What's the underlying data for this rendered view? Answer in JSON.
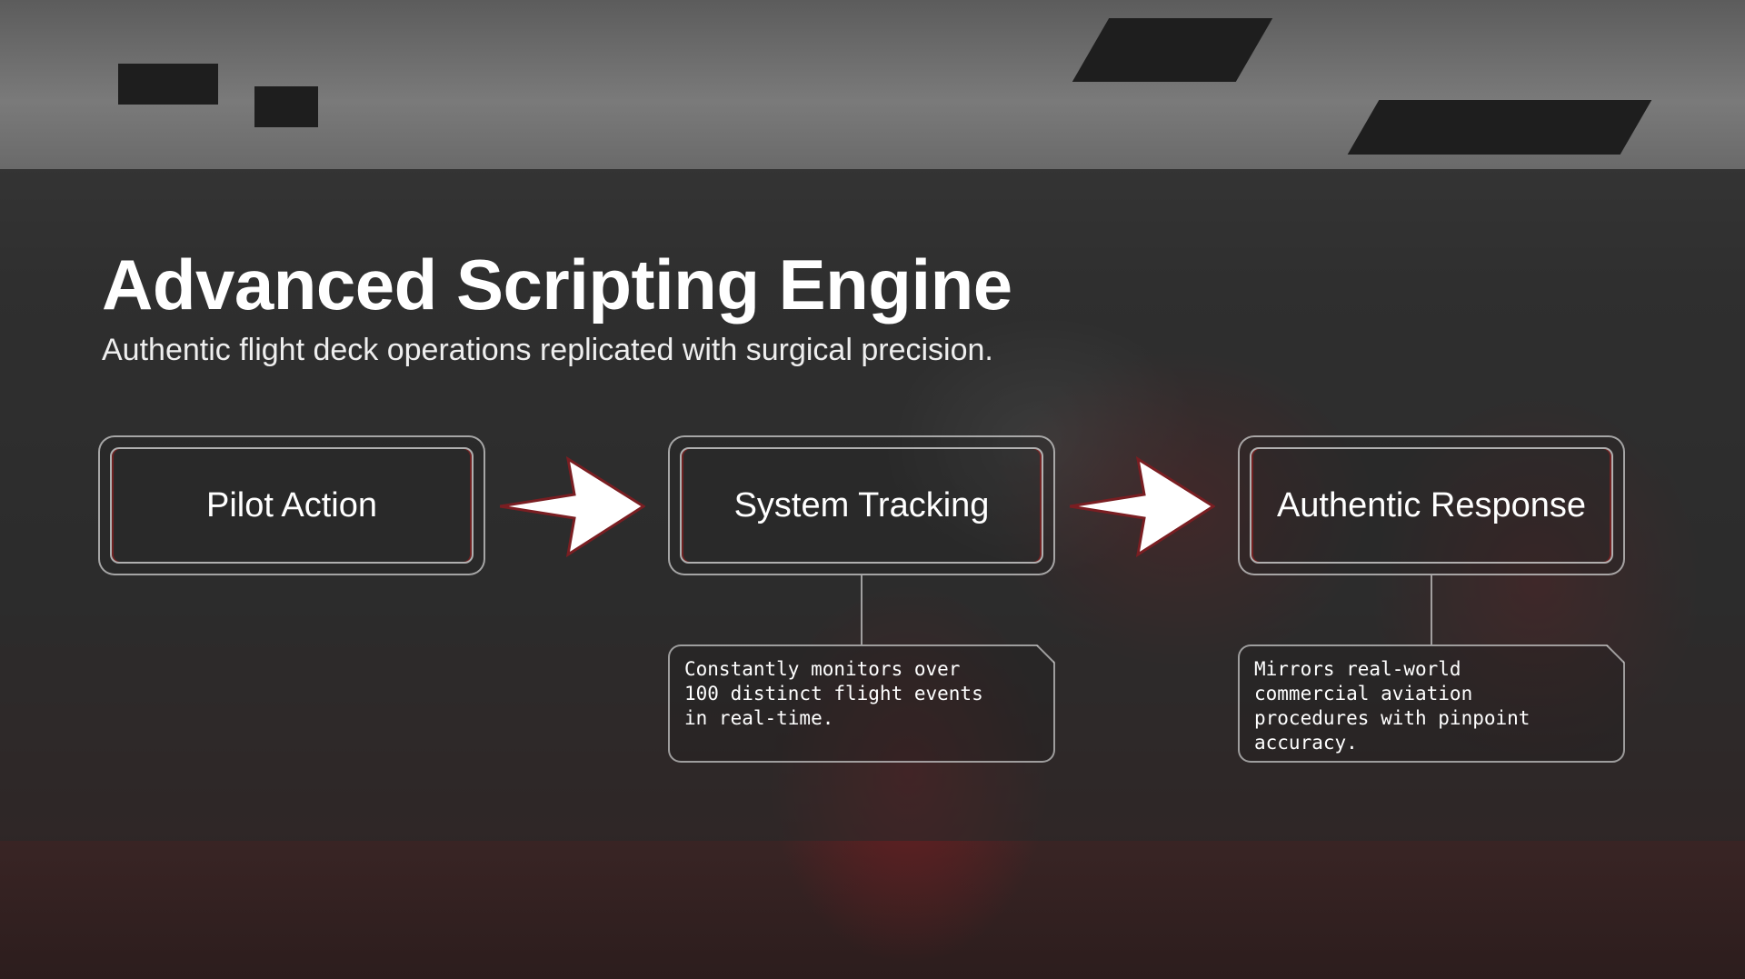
{
  "title": "Advanced Scripting Engine",
  "subtitle": "Authentic flight deck operations replicated with surgical precision.",
  "steps": [
    {
      "label": "Pilot Action"
    },
    {
      "label": "System Tracking",
      "description": "Constantly monitors over\n100 distinct flight events\nin real-time."
    },
    {
      "label": "Authentic Response",
      "description": "Mirrors real-world\ncommercial aviation\nprocedures with pinpoint\naccuracy."
    }
  ],
  "colors": {
    "accent": "#a02828",
    "text": "#ffffff"
  }
}
